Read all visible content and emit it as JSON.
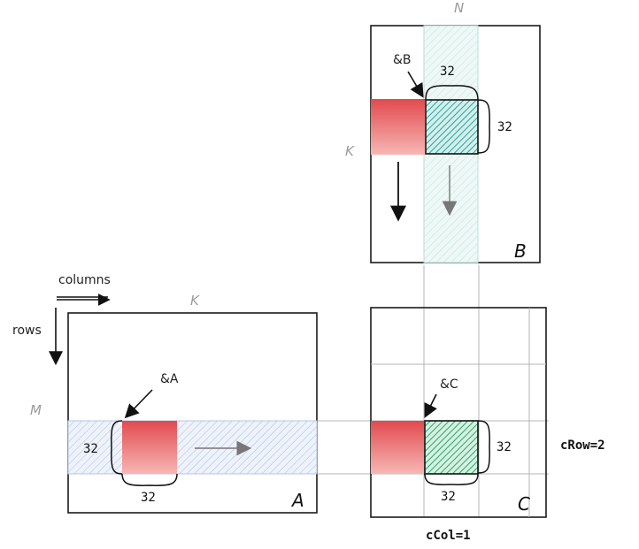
{
  "matrix_b": {
    "name": "B",
    "dim_top": "N",
    "dim_left": "K",
    "pointer": "&B",
    "tile_width": "32",
    "tile_height": "32"
  },
  "matrix_a": {
    "name": "A",
    "dim_top": "K",
    "dim_left": "M",
    "pointer": "&A",
    "tile_width": "32",
    "tile_height": "32"
  },
  "matrix_c": {
    "name": "C",
    "pointer": "&C",
    "tile_width": "32",
    "tile_height": "32",
    "row_label": "cRow=2",
    "col_label": "cCol=1"
  },
  "legend": {
    "columns": "columns",
    "rows": "rows"
  },
  "colors": {
    "red_tile": "#e8595c",
    "teal_tile": "#2ba39b",
    "green_tile": "#2fa56a",
    "blue_band": "#8aa6d6",
    "teal_band": "#cfe9e6"
  }
}
